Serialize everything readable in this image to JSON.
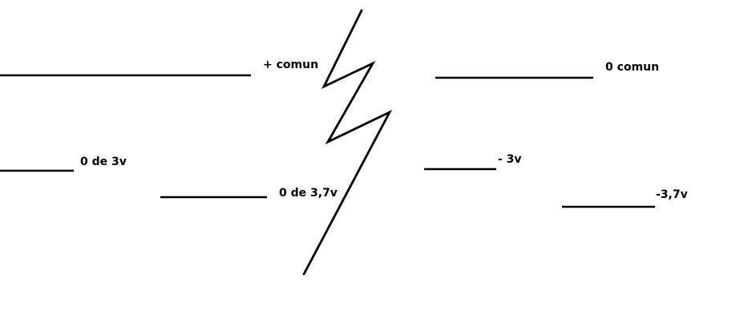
{
  "labels": {
    "plus_comun": "+ comun",
    "zero_comun": "0 comun",
    "zero_3v": "0 de 3v",
    "zero_37v": "0 de 3,7v",
    "minus_3v": "- 3v",
    "minus_37v": "-3,7v"
  },
  "colors": {
    "background": "#ffffff",
    "ink": "#000000"
  }
}
